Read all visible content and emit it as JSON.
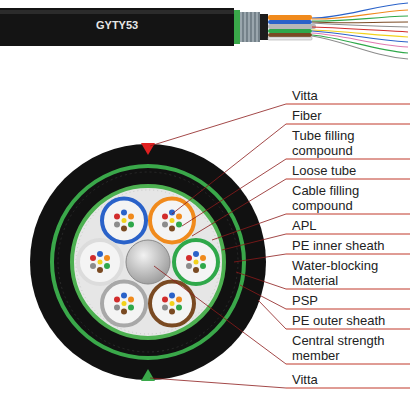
{
  "diagram": {
    "labels": [
      "GYTY53",
      "Vitta",
      "Fiber",
      "Tube filling compound",
      "Loose tube",
      "Cable filling compound",
      "APL",
      "PE inner sheath",
      "Water-blocking Material",
      "PSP",
      "PE outer sheath",
      "Central strength member",
      "Vitta"
    ]
  }
}
